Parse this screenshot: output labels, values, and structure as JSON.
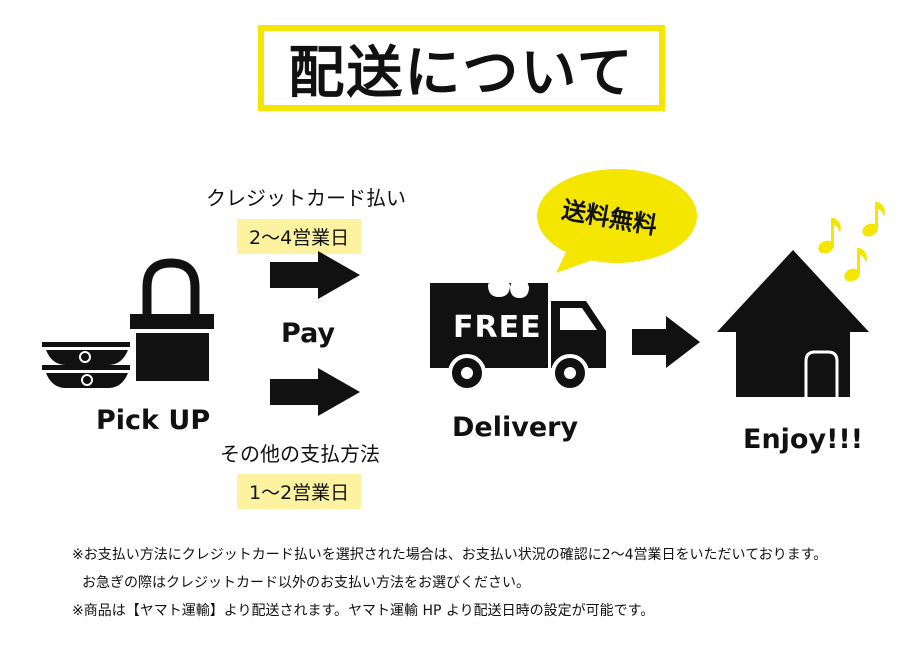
{
  "title": "配送について",
  "steps": {
    "pickup": "Pick UP",
    "pay": "Pay",
    "delivery": "Delivery",
    "enjoy": "Enjoy!!!"
  },
  "payment": {
    "card_label": "クレジットカード払い",
    "card_days": "2～4営業日",
    "other_label": "その他の支払方法",
    "other_days": "1～2営業日"
  },
  "truck_text": "FREE",
  "bubble_text": "送料無料",
  "notes": [
    "※お支払い方法にクレジットカード払いを選択された場合は、お支払い状況の確認に2～4営業日をいただいております。",
    "お急ぎの際はクレジットカード以外のお支払い方法をお選びください。",
    "※商品は【ヤマト運輸】より配送されます。ヤマト運輸 HP より配送日時の設定が可能です。"
  ],
  "colors": {
    "accent_yellow": "#f4e600",
    "highlight": "#fdf2a0",
    "ink": "#111111"
  }
}
